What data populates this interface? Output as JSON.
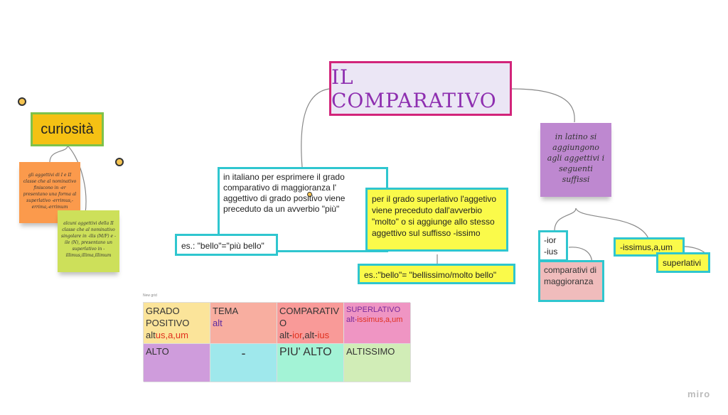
{
  "title": "IL COMPARATIVO",
  "curiosita": "curiosità",
  "sticky_orange": "gli aggettivi di I e II classe che al nominativo finiscono in -er presentano una forma al superlativo -errimus,-errima,-errimum",
  "sticky_green": "alcuni aggettivi della II classe che al nominativo singolare in -ilis (M/F) e -ile (N), presentano un superlativo in -illimus,illima,illimum",
  "italian_box": "in italiano per esprimere il grado comparativo di maggioranza l' aggettivo di grado positivo viene preceduto da un avverbio \"più\"",
  "example_comparative": "es.: \"bello\"=\"più bello\"",
  "superlative_box": "per il grado superlativo l'aggetivo viene preceduto dall'avverbio \"molto\" o si aggiunge allo stesso aggettivo sul suffisso -issimo",
  "example_superlative": "es.:\"bello\"= \"bellissimo/molto bello\"",
  "latin_sticky": "in latino si aggiungono agli aggettivi i seguenti suffissi",
  "suffix_comp": [
    "-ior",
    "-ius"
  ],
  "comp_label": "comparativi di maggioranza",
  "suffix_sup": "-issimus,a,um",
  "sup_label": "superlativi",
  "grid": {
    "caption": "New grid",
    "h1": [
      "GRADO",
      "POSITIVO",
      "alt",
      "us,a,um"
    ],
    "h2": [
      "TEMA",
      "alt"
    ],
    "h3": [
      "COMPARATIV",
      "O",
      "alt-",
      "ior",
      ",alt-",
      "ius"
    ],
    "h4": [
      "SUPERLATIVO",
      "alt-",
      "issimus,a,um"
    ],
    "r1": "ALTO",
    "r2": "-",
    "r3": "PIU' ALTO",
    "r4": "ALTISSIMO"
  },
  "brand": "miro"
}
